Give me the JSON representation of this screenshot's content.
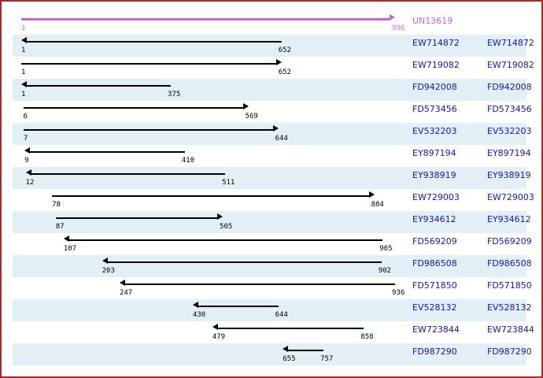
{
  "view": {
    "title": "UN13619",
    "border_color": "#a52a2a",
    "background": "#ffffff",
    "stripe_color": "#e2f0f5",
    "query_color": "#cc66cc",
    "hit_color": "#000000",
    "label_color": "#1414c8",
    "axis_min": 1,
    "axis_max": 936
  },
  "query": {
    "name": "UN13619",
    "start": 1,
    "end": 936,
    "start_label": "1",
    "end_label": "936",
    "direction": "right",
    "striped": false
  },
  "hits": [
    {
      "name": "EW714872",
      "accession": "EW714872",
      "start": 1,
      "end": 652,
      "start_label": "1",
      "end_label": "652",
      "direction": "left",
      "striped": true
    },
    {
      "name": "EW719082",
      "accession": "EW719082",
      "start": 1,
      "end": 652,
      "start_label": "1",
      "end_label": "652",
      "direction": "right",
      "striped": false
    },
    {
      "name": "FD942008",
      "accession": "FD942008",
      "start": 1,
      "end": 375,
      "start_label": "1",
      "end_label": "375",
      "direction": "left",
      "striped": true
    },
    {
      "name": "FD573456",
      "accession": "FD573456",
      "start": 6,
      "end": 569,
      "start_label": "6",
      "end_label": "569",
      "direction": "right",
      "striped": false
    },
    {
      "name": "EV532203",
      "accession": "EV532203",
      "start": 7,
      "end": 644,
      "start_label": "7",
      "end_label": "644",
      "direction": "right",
      "striped": true
    },
    {
      "name": "EY897194",
      "accession": "EY897194",
      "start": 9,
      "end": 410,
      "start_label": "9",
      "end_label": "410",
      "direction": "left",
      "striped": false
    },
    {
      "name": "EY938919",
      "accession": "EY938919",
      "start": 12,
      "end": 511,
      "start_label": "12",
      "end_label": "511",
      "direction": "left",
      "striped": true
    },
    {
      "name": "EW729003",
      "accession": "EW729003",
      "start": 78,
      "end": 884,
      "start_label": "78",
      "end_label": "884",
      "direction": "right",
      "striped": false
    },
    {
      "name": "EY934612",
      "accession": "EY934612",
      "start": 87,
      "end": 505,
      "start_label": "87",
      "end_label": "505",
      "direction": "right",
      "striped": true
    },
    {
      "name": "FD569209",
      "accession": "FD569209",
      "start": 107,
      "end": 905,
      "start_label": "107",
      "end_label": "905",
      "direction": "left",
      "striped": false
    },
    {
      "name": "FD986508",
      "accession": "FD986508",
      "start": 203,
      "end": 902,
      "start_label": "203",
      "end_label": "902",
      "direction": "left",
      "striped": true
    },
    {
      "name": "FD571850",
      "accession": "FD571850",
      "start": 247,
      "end": 936,
      "start_label": "247",
      "end_label": "936",
      "direction": "left",
      "striped": false
    },
    {
      "name": "EV528132",
      "accession": "EV528132",
      "start": 430,
      "end": 644,
      "start_label": "430",
      "end_label": "644",
      "direction": "left",
      "striped": true
    },
    {
      "name": "EW723844",
      "accession": "EW723844",
      "start": 479,
      "end": 858,
      "start_label": "479",
      "end_label": "858",
      "direction": "left",
      "striped": false
    },
    {
      "name": "FD987290",
      "accession": "FD987290",
      "start": 655,
      "end": 757,
      "start_label": "655",
      "end_label": "757",
      "direction": "left",
      "striped": true
    }
  ]
}
